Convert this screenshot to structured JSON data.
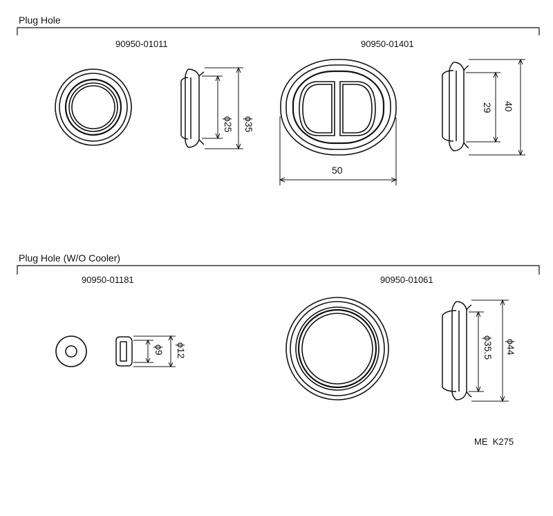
{
  "sections": [
    {
      "title": "Plug Hole",
      "parts": [
        {
          "part_no": "90950-01011",
          "dims": [
            "ϕ25",
            "ϕ35"
          ]
        },
        {
          "part_no": "90950-01401",
          "dims": [
            "29",
            "40",
            "50"
          ]
        }
      ]
    },
    {
      "title": "Plug Hole (W/O Cooler)",
      "parts": [
        {
          "part_no": "90950-01181",
          "dims": [
            "ϕ9",
            "ϕ12"
          ]
        },
        {
          "part_no": "90950-01061",
          "dims": [
            "ϕ35.5",
            "ϕ44"
          ]
        }
      ]
    }
  ],
  "ref_code": "ME  K275"
}
